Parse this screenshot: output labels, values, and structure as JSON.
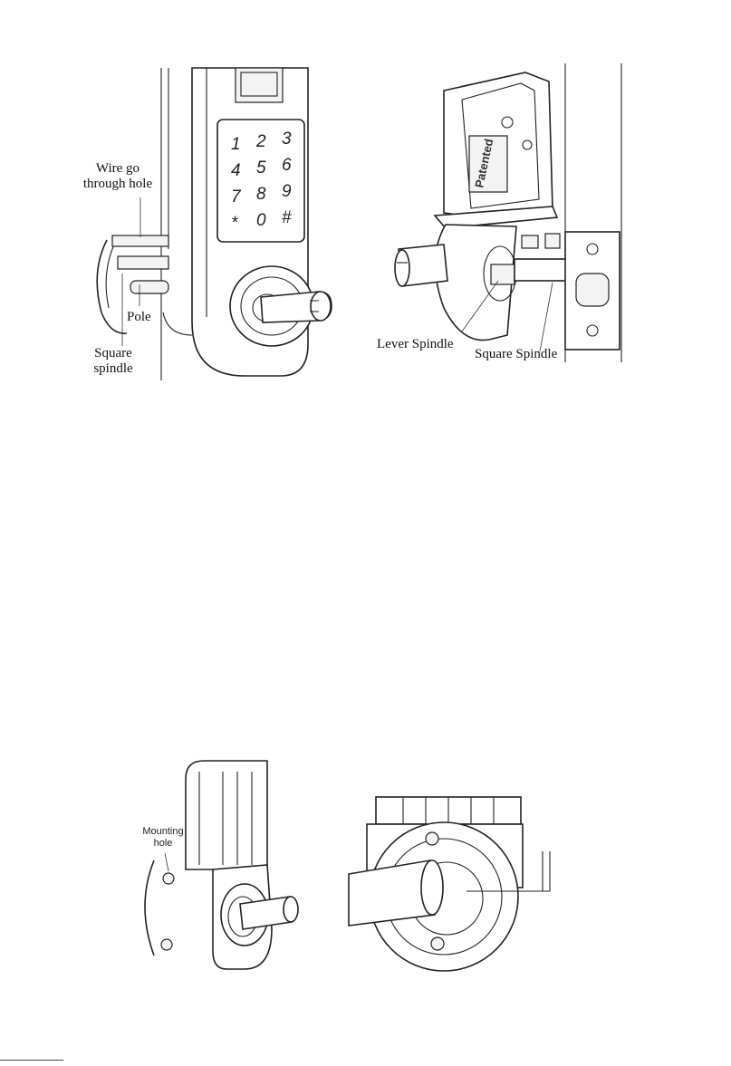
{
  "figure1": {
    "labels": {
      "wire": [
        "Wire go",
        "through hole"
      ],
      "pole": "Pole",
      "square_spindle": [
        "Square",
        "spindle"
      ]
    },
    "keypad": [
      "1",
      "2",
      "3",
      "4",
      "5",
      "6",
      "7",
      "8",
      "9",
      "*",
      "0",
      "#"
    ]
  },
  "figure2": {
    "embossed": "Patented",
    "labels": {
      "lever_spindle": "Lever Spindle",
      "square_spindle": "Square Spindle"
    }
  },
  "figure3": {
    "labels": {
      "mounting_hole": [
        "Mounting",
        "hole"
      ]
    }
  }
}
